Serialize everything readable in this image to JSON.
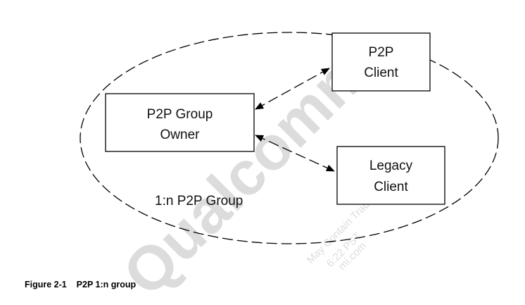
{
  "diagram": {
    "group_label": "1:n P2P Group",
    "nodes": {
      "client": {
        "line1": "P2P",
        "line2": "Client"
      },
      "owner": {
        "line1": "P2P Group",
        "line2": "Owner"
      },
      "legacy": {
        "line1": "Legacy",
        "line2": "Client"
      }
    }
  },
  "watermark": {
    "logo": "Qualcomm",
    "line1": "May Contain Trade Secrets",
    "line2": "6:22 PST",
    "line3": "mi.com"
  },
  "caption": {
    "number": "Figure 2-1",
    "text": "P2P 1:n group"
  }
}
